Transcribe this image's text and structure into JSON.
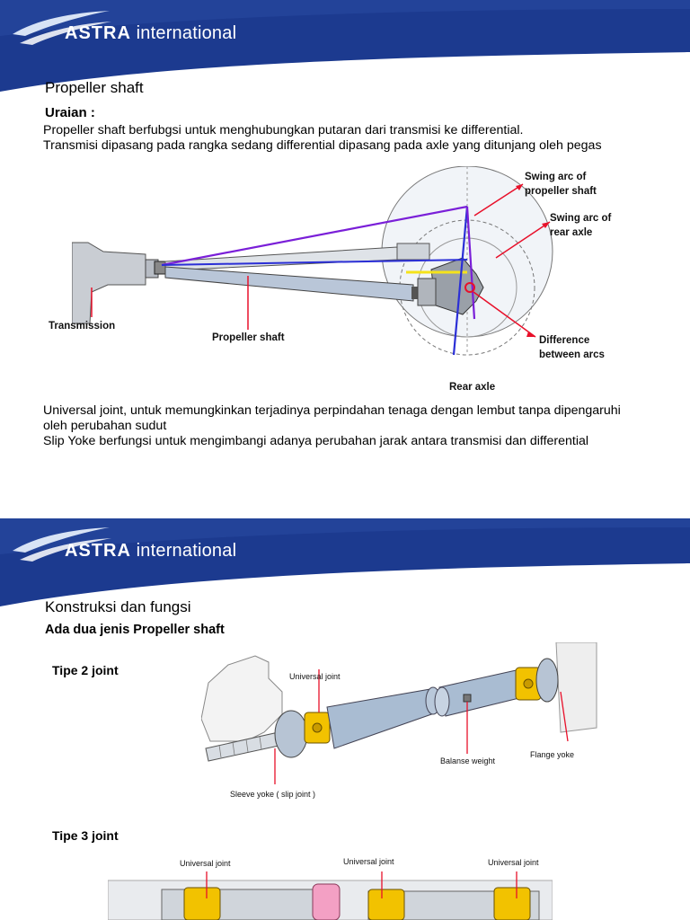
{
  "brand": {
    "strong": "ASTRA",
    "rest": " international"
  },
  "slide1": {
    "title": "Propeller shaft",
    "section_label": "Uraian :",
    "para1_line1": "Propeller shaft berfubgsi untuk menghubungkan putaran dari transmisi ke differential.",
    "para1_line2": "Transmisi dipasang pada rangka sedang differential dipasang pada axle yang ditunjang oleh pegas",
    "diagram_labels": {
      "swing_arc_prop": "Swing arc of\npropeller shaft",
      "swing_arc_axle": "Swing arc of\nrear axle",
      "transmission": "Transmission",
      "propeller_shaft": "Propeller shaft",
      "difference": "Difference\nbetween arcs",
      "rear_axle": "Rear axle"
    },
    "para2_line1": "Universal joint, untuk memungkinkan terjadinya perpindahan tenaga dengan lembut tanpa dipengaruhi",
    "para2_line2": "oleh perubahan sudut",
    "para2_line3": "Slip Yoke berfungsi untuk mengimbangi adanya perubahan jarak antara transmisi dan differential"
  },
  "slide2": {
    "title": "Konstruksi dan fungsi",
    "subtitle": "Ada dua jenis Propeller shaft",
    "tipe2": "Tipe 2 joint",
    "tipe3": "Tipe 3 joint",
    "labels": {
      "universal_joint": "Universal joint",
      "balance_weight": "Balanse weight",
      "flange_yoke": "Flange yoke",
      "sleeve_yoke": "Sleeve yoke ( slip joint )",
      "uj_a": "Universal joint",
      "uj_b": "Universal joint",
      "uj_c": "Universal joint"
    }
  },
  "colors": {
    "header_blue": "#1c3a8f",
    "yellow_joint": "#f2c200",
    "red_pointer": "#e8102a"
  }
}
